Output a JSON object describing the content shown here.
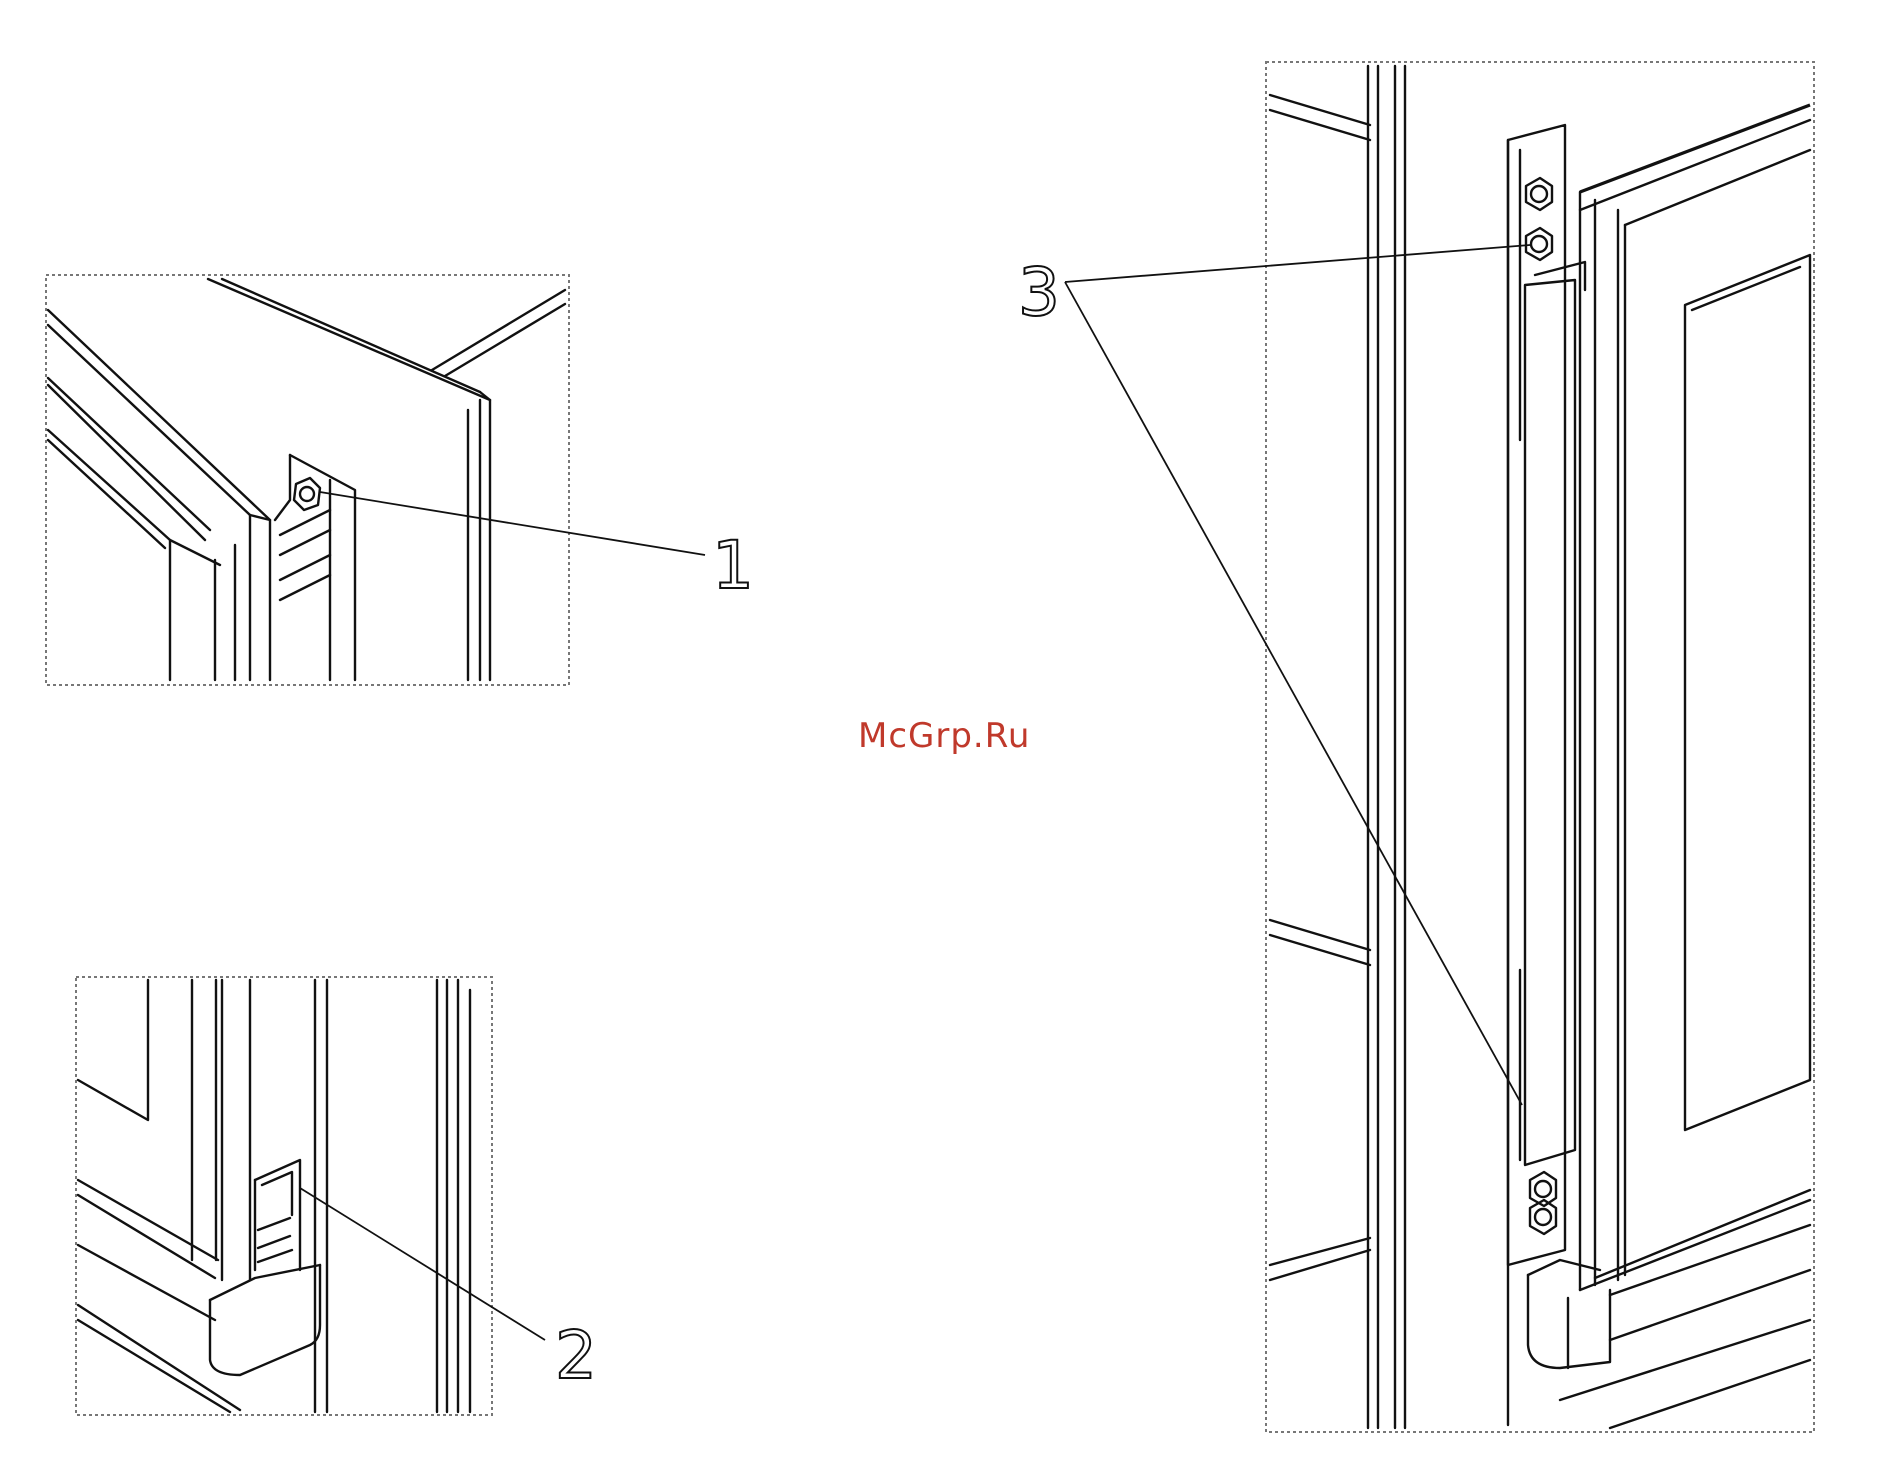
{
  "watermark": "McGrp.Ru",
  "callouts": [
    {
      "id": "1",
      "label": "1"
    },
    {
      "id": "2",
      "label": "2"
    },
    {
      "id": "3",
      "label": "3"
    }
  ],
  "views": [
    {
      "id": "top-hinge-detail",
      "callout": "1"
    },
    {
      "id": "bottom-hinge-detail",
      "callout": "2"
    },
    {
      "id": "door-side-view",
      "callout": "3"
    }
  ]
}
